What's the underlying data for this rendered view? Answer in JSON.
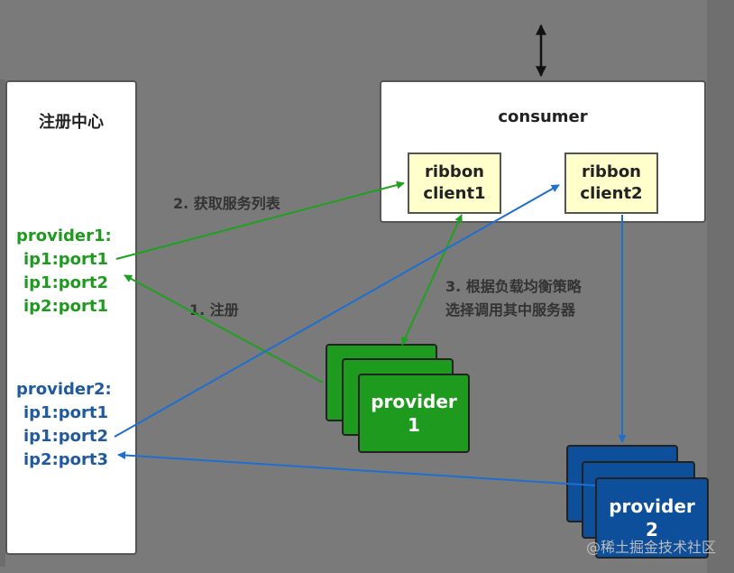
{
  "registry": {
    "title": "注册中心",
    "provider1": {
      "name": "provider1:",
      "addresses": [
        "ip1:port1",
        "ip1:port2",
        "ip2:port1"
      ]
    },
    "provider2": {
      "name": "provider2:",
      "addresses": [
        "ip1:port1",
        "ip1:port2",
        "ip2:port3"
      ]
    }
  },
  "consumer": {
    "title": "consumer",
    "ribbon1": {
      "line1": "ribbon",
      "line2": "client1"
    },
    "ribbon2": {
      "line1": "ribbon",
      "line2": "client2"
    }
  },
  "providers": {
    "provider1": {
      "line1": "provider",
      "line2": "1"
    },
    "provider2": {
      "line1": "provider",
      "line2": "2"
    }
  },
  "labels": {
    "step1": "1. 注册",
    "step2": "2. 获取服务列表",
    "step3_line1": "3. 根据负载均衡策略",
    "step3_line2": "选择调用其中服务器"
  },
  "colors": {
    "green_arrow": "#1fa11f",
    "blue_arrow": "#1e6fd0",
    "green_box": "#1e9a1e",
    "blue_box": "#0d4f9a"
  },
  "watermark": "@稀土掘金技术社区"
}
